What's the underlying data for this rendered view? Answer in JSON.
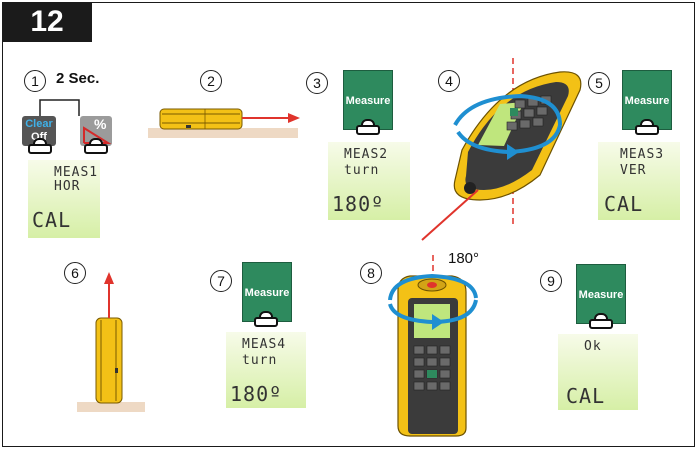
{
  "badge": "12",
  "steps": [
    "1",
    "2",
    "3",
    "4",
    "5",
    "6",
    "7",
    "8",
    "9"
  ],
  "step1": {
    "duration": "2 Sec.",
    "key_clear_top": "Clear",
    "key_clear_bottom": "Off",
    "key_percent": "%",
    "lcd_line1": "MEAS1",
    "lcd_line2": "HOR",
    "lcd_big": "CAL"
  },
  "step3": {
    "button": "Measure",
    "lcd_line1": "MEAS2",
    "lcd_line2": "turn",
    "lcd_big": "180º"
  },
  "step5": {
    "button": "Measure",
    "lcd_line1": "MEAS3",
    "lcd_line2": "VER",
    "lcd_big": "CAL"
  },
  "step7": {
    "button": "Measure",
    "lcd_line1": "MEAS4",
    "lcd_line2": "turn",
    "lcd_big": "180º"
  },
  "step8": {
    "angle_label": "180°"
  },
  "step9": {
    "button": "Measure",
    "lcd_line1": "Ok",
    "lcd_big": "CAL"
  },
  "colors": {
    "device_yellow": "#f3c116",
    "button_green": "#2e8a5e",
    "lcd_green": "#d6efa6",
    "laser_red": "#e0342c",
    "rotate_blue": "#1f8fd1",
    "surface": "#eed9c4"
  }
}
